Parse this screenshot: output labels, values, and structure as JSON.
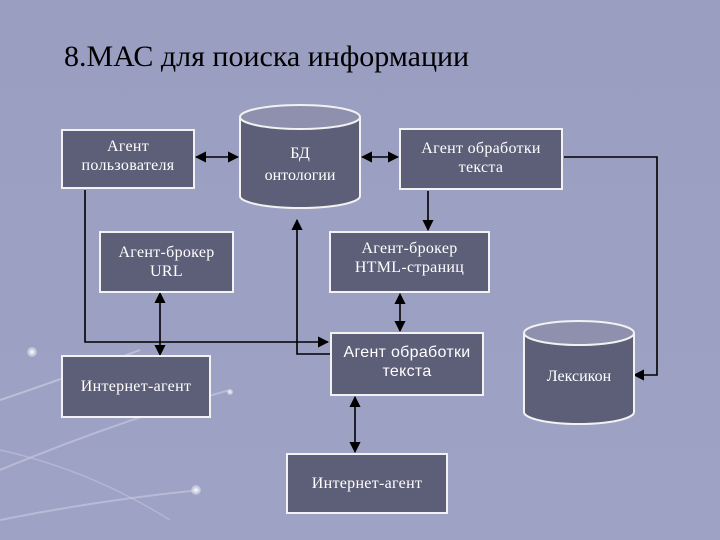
{
  "title": "8.МАС для поиска информации",
  "nodes": {
    "user_agent": "Агент\nпользователя",
    "ontology_db": "БД\nонтологии",
    "text_agent_top": "Агент обработки\nтекста",
    "broker_url": "Агент-брокер\nURL",
    "broker_html": "Агент-брокер\nHTML-страниц",
    "internet_agent_left": "Интернет-агент",
    "text_agent_mid": "Агент обработки\nтекста",
    "lexicon": "Лексикон",
    "internet_agent_bottom": "Интернет-агент"
  },
  "colors": {
    "background": "#9a9ec0",
    "box_fill": "#5d5e78",
    "box_border": "#f2f2f2",
    "arrow": "#000000"
  }
}
